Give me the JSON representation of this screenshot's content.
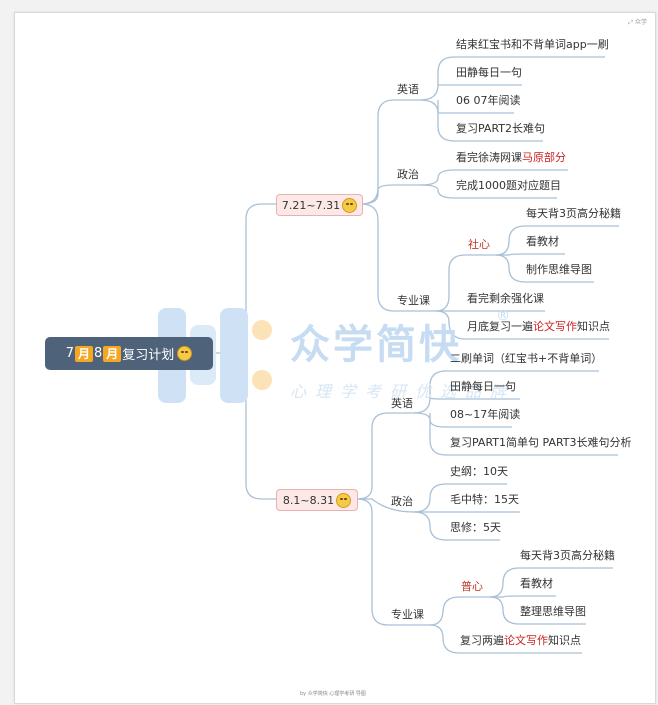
{
  "root": {
    "prefix": "7",
    "month1": "月",
    "mid": "8",
    "month2": "月",
    "suffix": "复习计划",
    "emoji": "nerd-face-emoji"
  },
  "periods": [
    {
      "label": "7.21~7.31",
      "emoji": "nerd-face-emoji"
    },
    {
      "label": "8.1~8.31",
      "emoji": "smile-emoji"
    }
  ],
  "p1": {
    "english": {
      "label": "英语",
      "items": [
        "结束红宝书和不背单词app一刷",
        "田静每日一句",
        "06 07年阅读",
        "复习PART2长难句"
      ]
    },
    "politics": {
      "label": "政治",
      "item1_text": "看完徐涛网课",
      "item1_accent": "马原部分",
      "item2": "完成1000题对应题目"
    },
    "major": {
      "label": "专业课",
      "social_label": "社心",
      "social_items": [
        "每天背3页高分秘籍",
        "看教材",
        "制作思维导图"
      ],
      "item_enhance": "看完剩余强化课",
      "review_pre": "月底复习一遍",
      "review_accent": "论文写作",
      "review_post": "知识点"
    }
  },
  "p2": {
    "english": {
      "label": "英语",
      "items": [
        "二刷单词（红宝书+不背单词）",
        "田静每日一句",
        "08~17年阅读",
        "复习PART1简单句 PART3长难句分析"
      ]
    },
    "politics": {
      "label": "政治",
      "items": [
        "史纲：10天",
        "毛中特：15天",
        "思修：5天"
      ]
    },
    "major": {
      "label": "专业课",
      "general_label": "普心",
      "general_items": [
        "每天背3页高分秘籍",
        "看教材",
        "整理思维导图"
      ],
      "review_pre": "复习两遍",
      "review_accent": "论文写作",
      "review_post": "知识点"
    }
  },
  "watermark": {
    "title": "众学简快",
    "subtitle": "心理学考研优选品牌",
    "registered": "®"
  },
  "footer": "by 众学简快 心理学考研 导图",
  "corner_mark": "⤢ 众学",
  "colors": {
    "line": "#a9c1d6",
    "root_bg": "#4e627a",
    "accent": "#cc1f1f",
    "period_bg": "#fde8e8"
  }
}
